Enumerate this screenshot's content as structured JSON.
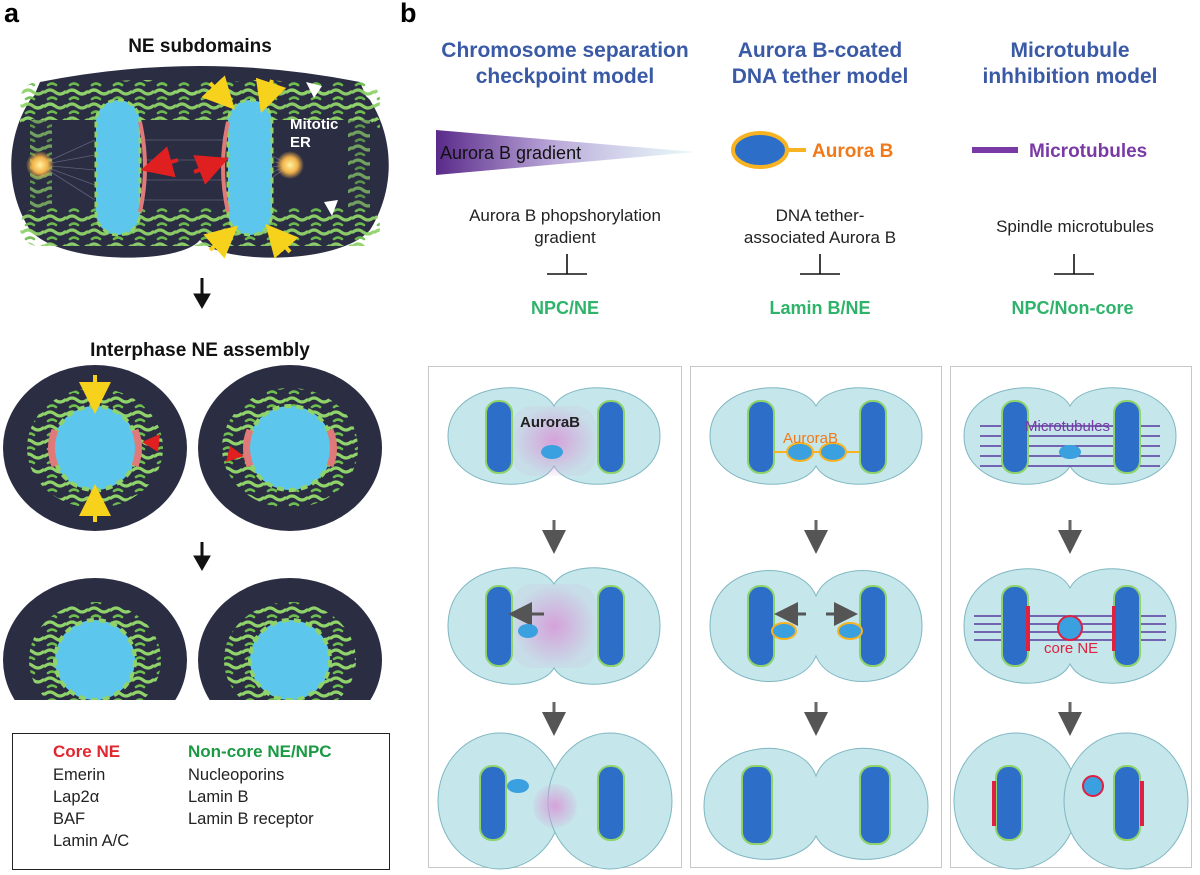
{
  "panel_a": {
    "letter": "a",
    "heading_1": "NE subdomains",
    "mitotic_er_line1": "Mitotic",
    "mitotic_er_line2": "ER",
    "heading_2": "Interphase NE assembly",
    "legend": {
      "core_heading": "Core NE",
      "core_items": [
        "Emerin",
        "Lap2α",
        "BAF",
        "Lamin A/C"
      ],
      "noncore_heading": "Non-core NE/NPC",
      "noncore_items": [
        "Nucleoporins",
        "Lamin B",
        "Lamin B receptor"
      ]
    }
  },
  "panel_b": {
    "letter": "b",
    "models": [
      {
        "title_line1": "Chromosome separation",
        "title_line2": "checkpoint model",
        "symbol_label": "Aurora B gradient",
        "mechanism_line1": "Aurora B phopshorylation",
        "mechanism_line2": "gradient",
        "target": "NPC/NE",
        "cell_label": "AuroraB"
      },
      {
        "title_line1": "Aurora B-coated",
        "title_line2": "DNA tether model",
        "symbol_label": "Aurora B",
        "mechanism_line1": "DNA tether-",
        "mechanism_line2": "associated Aurora B",
        "target": "Lamin B/NE",
        "cell_label": "AuroraB"
      },
      {
        "title_line1": "Microtubule",
        "title_line2": "inhhibition model",
        "symbol_label": "Microtubules",
        "mechanism_line1": "Spindle microtubules",
        "mechanism_line2": "",
        "target": "NPC/Non-core",
        "cell_label": "Microtubules",
        "core_ne_label": "core NE"
      }
    ]
  },
  "colors": {
    "cell_dark": "#2b2d42",
    "nucleus": "#5cc6ec",
    "er_green": "#8fd36a",
    "core_ne": "#e07a7a",
    "arrow_yellow": "#f7d21c",
    "arrow_red": "#e02020",
    "title_blue": "#3a5aa6",
    "target_green": "#2fb36a",
    "aurora_purple": "#6a3aa0",
    "aurora_orange": "#f07a1a",
    "cell_b": "#c5e6ea",
    "chromosome_blue": "#2d6fc8"
  }
}
